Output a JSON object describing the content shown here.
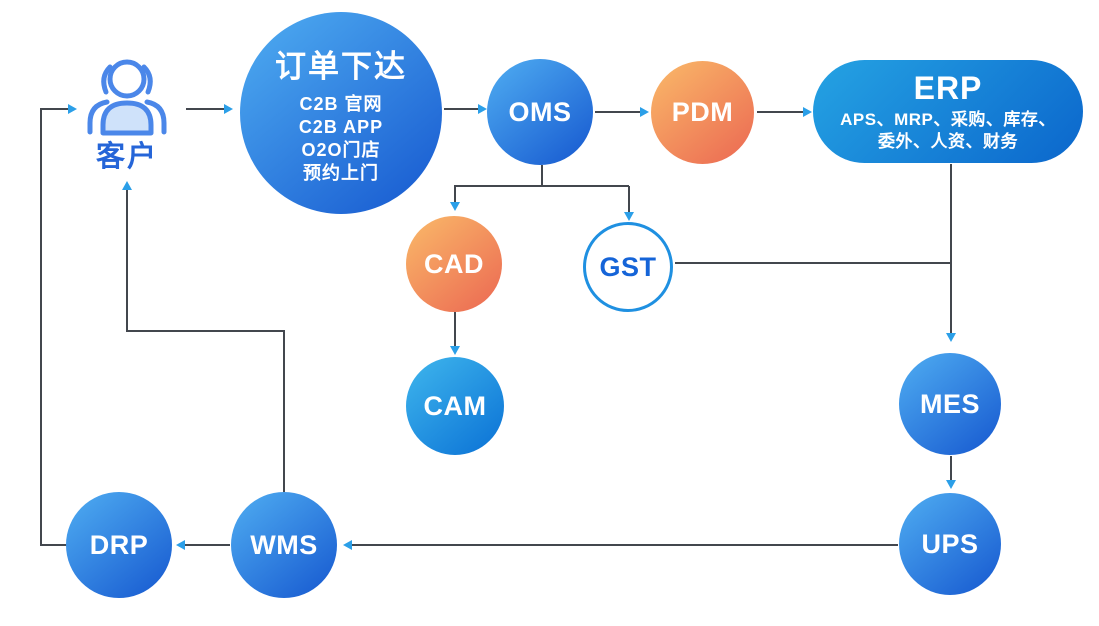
{
  "nodes": {
    "customer": {
      "label": "客户"
    },
    "order": {
      "title": "订单下达",
      "lines": [
        "C2B 官网",
        "C2B APP",
        "O2O门店",
        "预约上门"
      ]
    },
    "oms": {
      "label": "OMS"
    },
    "pdm": {
      "label": "PDM"
    },
    "erp": {
      "title": "ERP",
      "lines": [
        "APS、MRP、采购、库存、",
        "委外、人资、财务"
      ]
    },
    "cad": {
      "label": "CAD"
    },
    "gst": {
      "label": "GST"
    },
    "cam": {
      "label": "CAM"
    },
    "mes": {
      "label": "MES"
    },
    "ups": {
      "label": "UPS"
    },
    "wms": {
      "label": "WMS"
    },
    "drp": {
      "label": "DRP"
    }
  },
  "icons": {
    "customer": "users-group-icon"
  },
  "colors": {
    "blue_gradient": [
      "#4BA7EF",
      "#1A5ED2"
    ],
    "cyan_gradient": [
      "#3BB1EB",
      "#0E76D7"
    ],
    "orange_gradient": [
      "#F9B668",
      "#EC6B53"
    ],
    "erp_gradient": [
      "#25A3E3",
      "#0B66CC"
    ],
    "gst_border": "#1F90E1",
    "gst_text": "#1564D8",
    "customer_text": "#2565D8",
    "line": "#43474E",
    "arrowhead": "#2B9FE8",
    "background": "#FFFFFF"
  }
}
